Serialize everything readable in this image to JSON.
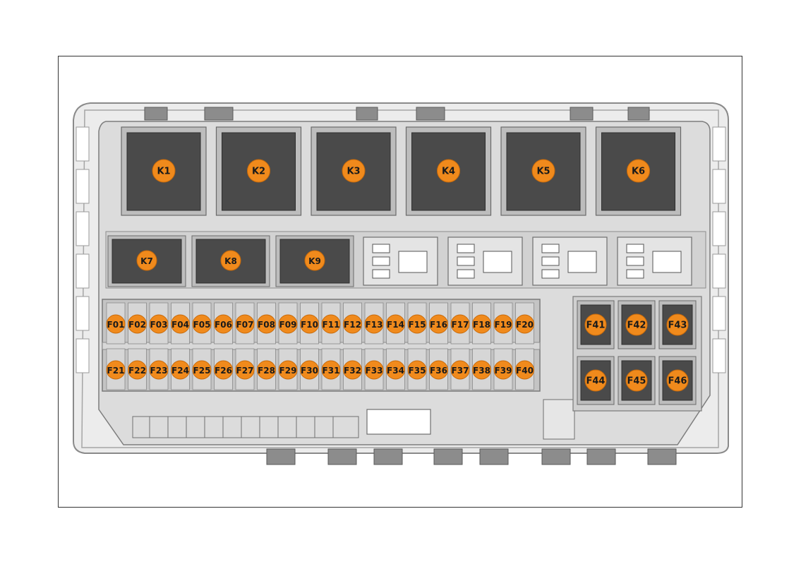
{
  "relays_large": [
    "K1",
    "K2",
    "K3",
    "K4",
    "K5",
    "K6"
  ],
  "relays_small": [
    "K7",
    "K8",
    "K9"
  ],
  "fuses_top": [
    "F01",
    "F02",
    "F03",
    "F04",
    "F05",
    "F06",
    "F07",
    "F08",
    "F09",
    "F10",
    "F11",
    "F12",
    "F13",
    "F14",
    "F15",
    "F16",
    "F17",
    "F18",
    "F19",
    "F20"
  ],
  "fuses_bottom": [
    "F21",
    "F22",
    "F23",
    "F24",
    "F25",
    "F26",
    "F27",
    "F28",
    "F29",
    "F30",
    "F31",
    "F32",
    "F33",
    "F34",
    "F35",
    "F36",
    "F37",
    "F38",
    "F39",
    "F40"
  ],
  "maxi_fuses": [
    "F41",
    "F42",
    "F43",
    "F44",
    "F45",
    "F46"
  ],
  "colors": {
    "housing": "#dcdcdc",
    "housing_dark": "#bdbdbd",
    "relay_body": "#4a4a4a",
    "badge": "#f08a1c",
    "badge_stroke": "#c86a0a"
  }
}
